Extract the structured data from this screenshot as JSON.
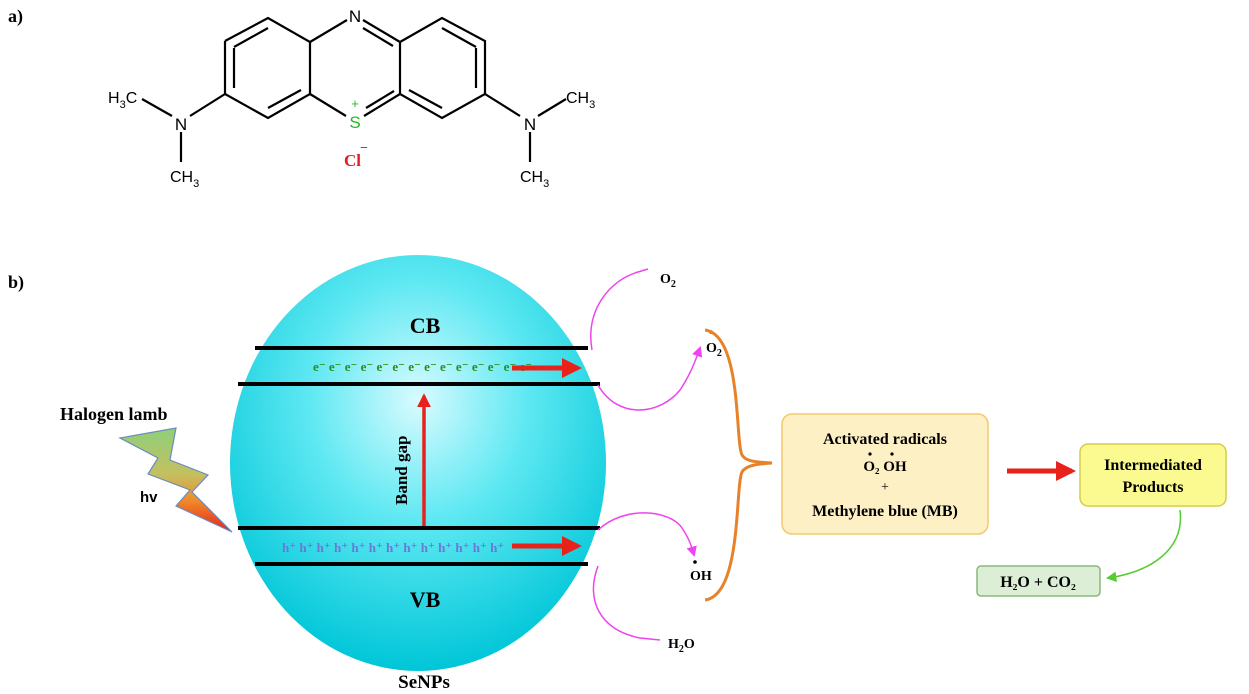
{
  "panel_a": {
    "label": "a)",
    "atoms": {
      "top_n": "N",
      "s_plus": "S",
      "s_charge": "+",
      "counter_ion": "Cl",
      "counter_charge": "−",
      "left_n": "N",
      "right_n": "N"
    }
  },
  "panel_b": {
    "label": "b)",
    "particle_label": "SeNPs",
    "cb_label": "CB",
    "vb_label": "VB",
    "band_gap_label": "Band gap",
    "electrons": "e⁻ e⁻ e⁻ e⁻ e⁻ e⁻ e⁻ e⁻ e⁻ e⁻ e⁻ e⁻ e⁻ e⁻",
    "holes": "h⁺ h⁺ h⁺ h⁺ h⁺ h⁺ h⁺ h⁺ h⁺ h⁺ h⁺ h⁺ h⁺",
    "lamp_label": "Halogen lamb",
    "hv_label": "hv",
    "radicals_box": {
      "title": "Activated radicals",
      "radicals": "O₂ OH",
      "plus": "+",
      "mb": "Methylene blue (MB)"
    },
    "intermediates_box": {
      "line1": "Intermediated",
      "line2": "Products"
    },
    "final_products": "H₂O + CO₂"
  },
  "colors": {
    "sphere_light": "#d8fbff",
    "sphere_mid": "#5de8f2",
    "sphere_dark": "#00c6d8",
    "electron_green": "#2e8b1e",
    "hole_blue": "#6a78d8",
    "arrow_red": "#e8221a",
    "magenta": "#ee44ee",
    "brace_orange": "#e8822a",
    "radicals_fill": "#fdf0c4",
    "radicals_stroke": "#f3c870",
    "intermediates_fill": "#fbfa90",
    "intermediates_stroke": "#d4cc4a",
    "final_fill": "#dcefd6",
    "final_stroke": "#88b878",
    "sulfur_green": "#22bb22",
    "chloride_red": "#e02020"
  }
}
